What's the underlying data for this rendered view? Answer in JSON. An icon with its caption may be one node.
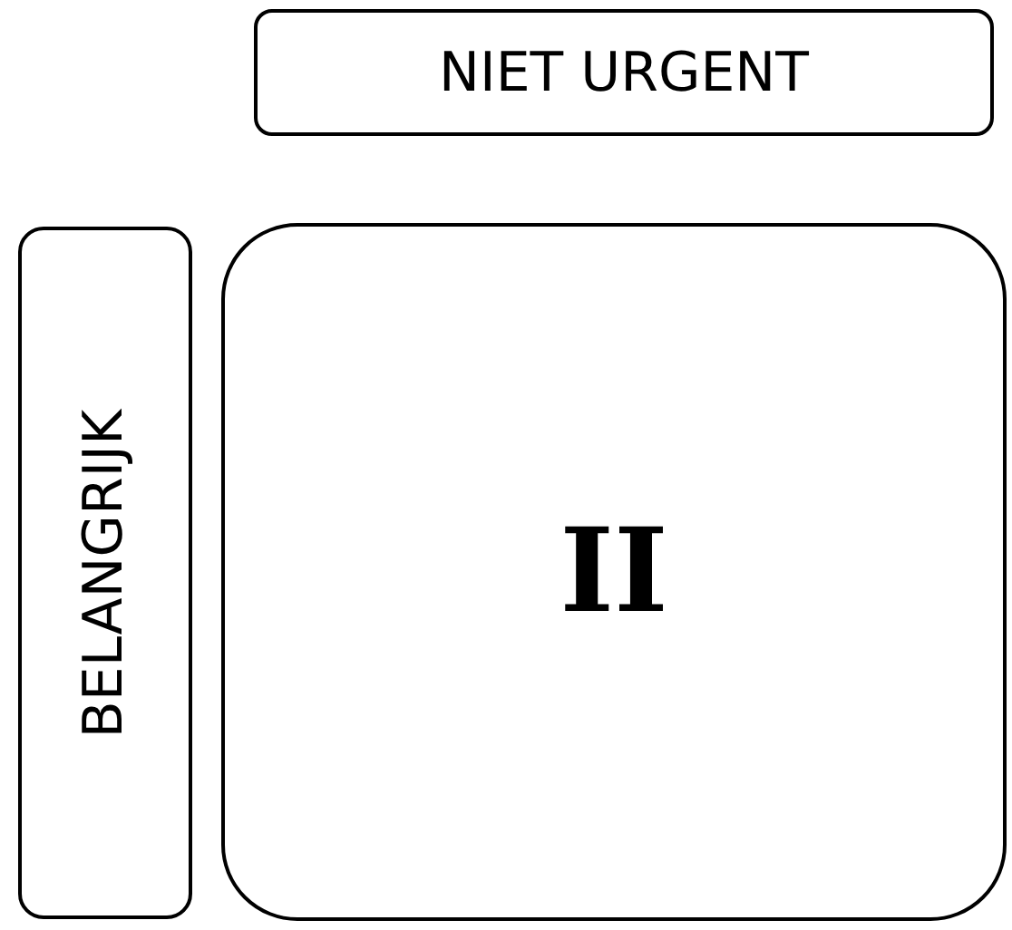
{
  "diagram": {
    "nodes": [
      {
        "text": [
          "NIET URGENT"
        ]
      },
      {
        "text": [
          "BELANGRIJK"
        ]
      },
      {
        "text": [
          "II"
        ]
      }
    ]
  }
}
